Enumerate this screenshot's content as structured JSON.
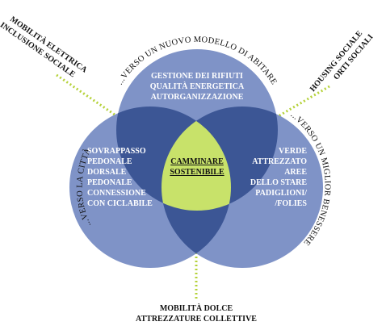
{
  "colors": {
    "circle_fill": "#7f93c7",
    "overlap_fill": "#3c5695",
    "center_fill": "#c8e26a",
    "dotted_line": "#b5d23a",
    "circle_text": "#ffffff",
    "label_text": "#111111"
  },
  "arcs": {
    "top": "...VERSO UN NUOVO MODELLO DI ABITARE",
    "left": "...VERSO LA CITTÀ",
    "right": "...VERSO UN MIGLIOR BENESSERE"
  },
  "top_circle": {
    "lines": [
      "GESTIONE DEI RIFIUTI",
      "QUALITÀ ENERGETICA",
      "AUTORGANIZZAZIONE"
    ]
  },
  "left_circle": {
    "lines": [
      "SOVRAPPASSO",
      "PEDONALE",
      "DORSALE",
      "PEDONALE",
      "CONNESSIONE",
      "CON CICLABILE"
    ]
  },
  "right_circle": {
    "lines": [
      "VERDE",
      "ATTREZZATO",
      "AREE",
      "DELLO STARE",
      "PADIGLIONI/",
      "/FOLIES"
    ]
  },
  "center": {
    "line1": "CAMMINARE",
    "line2": "SOSTENIBILE"
  },
  "external": {
    "top_left": [
      "MOBILITÀ ELETTRICA",
      "INCLUSIONE SOCIALE"
    ],
    "top_right": [
      "HOUSING SOCIALE",
      "ORTI SOCIALI"
    ],
    "bottom": [
      "MOBILITÀ DOLCE",
      "ATTREZZATURE COLLETTIVE"
    ]
  }
}
